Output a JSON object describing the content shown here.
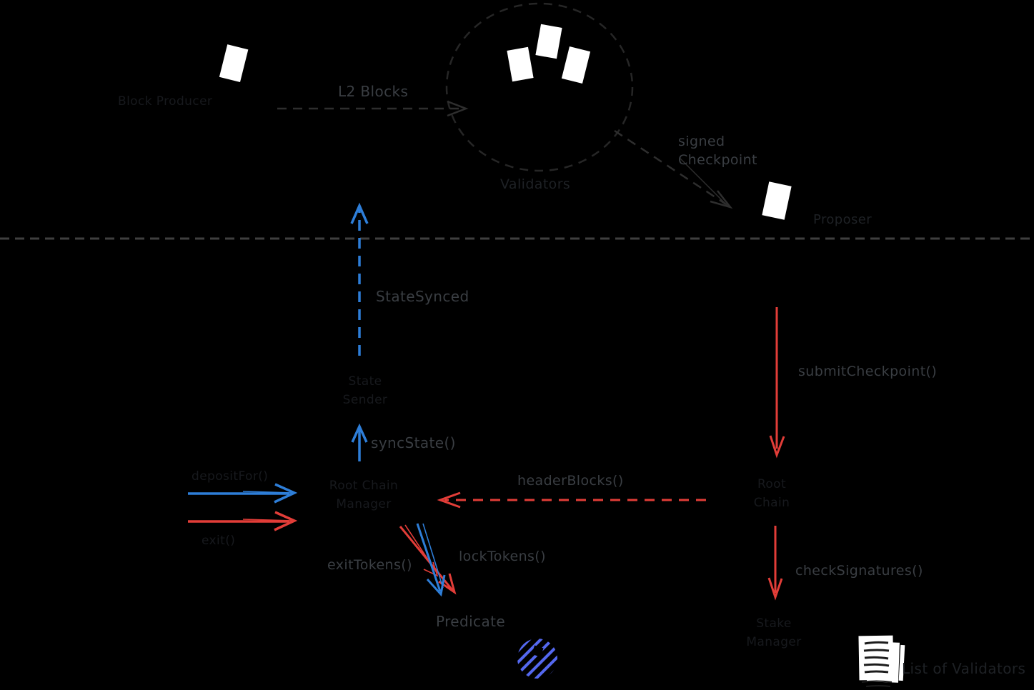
{
  "diagram": {
    "nodes": {
      "block_producer": "Block Producer",
      "validators": "Validators",
      "proposer": "Proposer",
      "state_sender": "State\nSender",
      "root_chain_manager": "Root Chain\nManager",
      "root_chain": "Root\nChain",
      "stake_manager": "Stake\nManager",
      "predicate": "Predicate",
      "validator_list": "List of Validators"
    },
    "edges": {
      "l2_blocks": "L2 Blocks",
      "signed_checkpoint": "signed\nCheckpoint",
      "state_synced": "StateSynced",
      "sync_state": "syncState()",
      "deposit": "depositFor()",
      "exit": "exit()",
      "header_blocks": "headerBlocks()",
      "submit_checkpoint": "submitCheckpoint()",
      "check_signatures": "checkSignatures()",
      "exit_tokens": "exitTokens()",
      "lock_tokens": "lockTokens()"
    },
    "colors": {
      "background": "#000000",
      "red": "#e23d38",
      "blue": "#2e7ed8",
      "logo_blue": "#5468ef",
      "label_gray": "#3a3e43",
      "label_dark": "#17191d",
      "divider_gray": "#3f3f3f",
      "block_fill": "#ffffff"
    }
  }
}
